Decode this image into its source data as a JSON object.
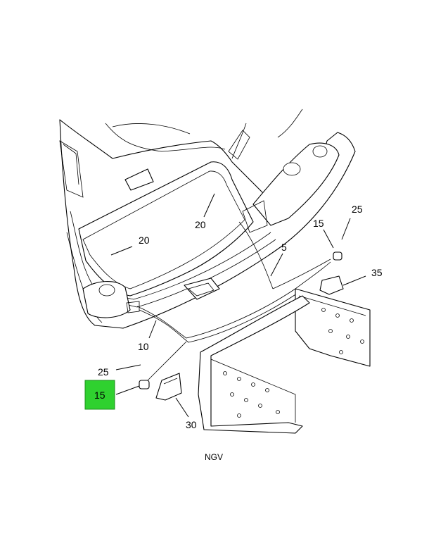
{
  "diagram": {
    "callouts": {
      "c20_center": "20",
      "c20_left": "20",
      "c5": "5",
      "c25_top": "25",
      "c15_top": "15",
      "c35": "35",
      "c10": "10",
      "c25_bottom": "25",
      "c15_highlight": "15",
      "c30": "30"
    },
    "caption": "NGV",
    "highlight_color": "#2fd12f"
  }
}
